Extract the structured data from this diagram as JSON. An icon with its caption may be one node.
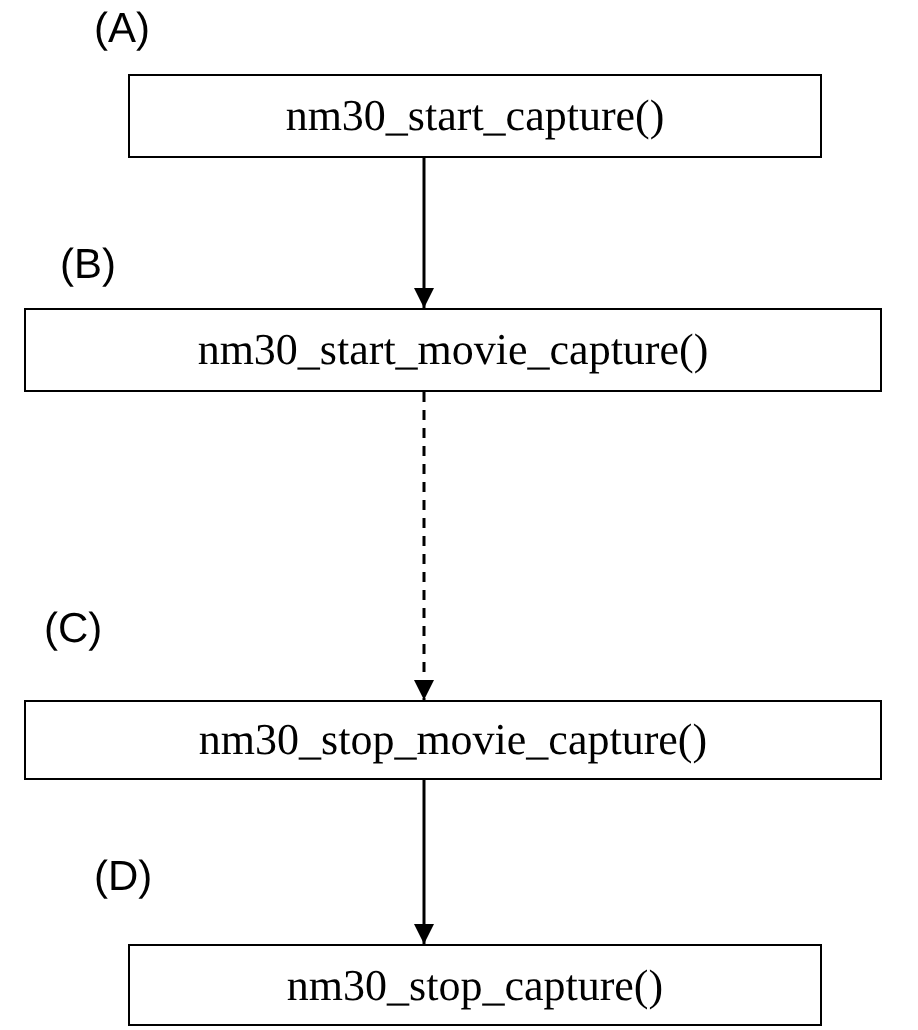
{
  "diagram": {
    "nodes": [
      {
        "text": [
          "nm30_start_capture()"
        ],
        "beside": [
          "(A)"
        ]
      },
      {
        "text": [
          "nm30_start_movie_capture()"
        ],
        "beside": [
          "(B)"
        ]
      },
      {
        "text": [
          "nm30_stop_movie_capture()"
        ],
        "beside": [
          "(C)"
        ]
      },
      {
        "text": [
          "nm30_stop_capture()"
        ],
        "beside": [
          "(D)"
        ]
      }
    ],
    "edges": [
      {
        "from": 0,
        "to": 1,
        "arrow": "to"
      },
      {
        "from": 1,
        "to": 2,
        "arrow": "to",
        "style": "dashed"
      },
      {
        "from": 2,
        "to": 3,
        "arrow": "to"
      }
    ]
  }
}
